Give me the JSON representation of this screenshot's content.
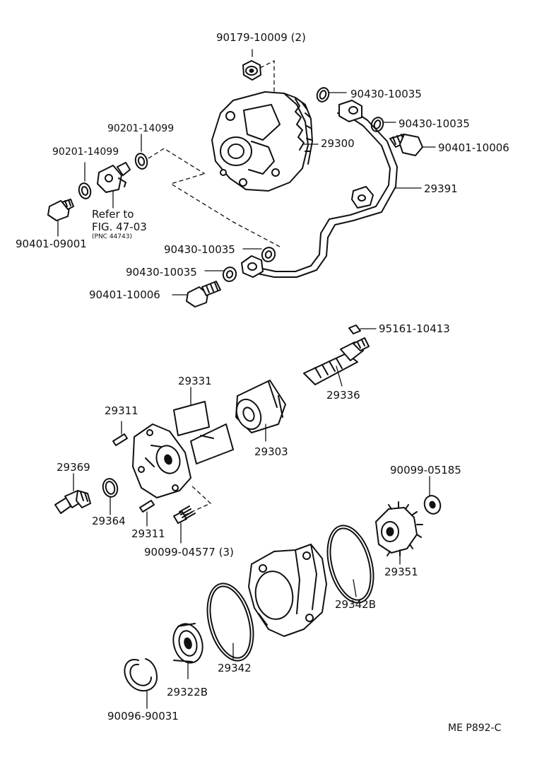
{
  "labels": {
    "p90179": "90179-10009 (2)",
    "p90430a": "90430-10035",
    "p90430b": "90430-10035",
    "p90401a": "90401-10006",
    "p29300": "29300",
    "p90201a": "90201-14099",
    "p90201b": "90201-14099",
    "p29391": "29391",
    "refer_line1": "Refer to",
    "refer_line2": "FIG. 47-03",
    "refer_line3": "(PNC 44743)",
    "p90401b": "90401-09001",
    "p90430c": "90430-10035",
    "p90430d": "90430-10035",
    "p90401c": "90401-10006",
    "p95161": "95161-10413",
    "p29331": "29331",
    "p29336": "29336",
    "p29311a": "29311",
    "p29303": "29303",
    "p29369": "29369",
    "p90099a": "90099-05185",
    "p29364": "29364",
    "p29311b": "29311",
    "p90099b": "90099-04577 (3)",
    "p29351": "29351",
    "p29342b": "29342B",
    "p29342": "29342",
    "p29322b": "29322B",
    "p90096": "90096-90031",
    "figure_code": "ME  P892-C"
  }
}
